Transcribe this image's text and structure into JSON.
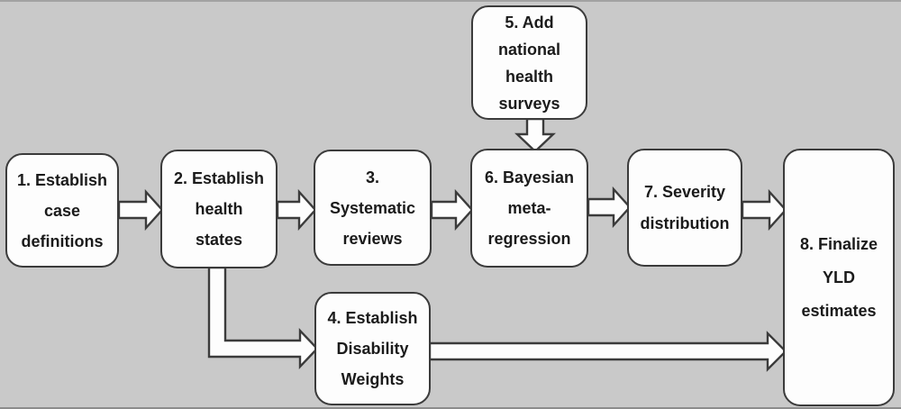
{
  "diagram": {
    "type": "flowchart",
    "background_color": "#c9c9c9",
    "node_fill_color": "#fdfdfd",
    "node_border_color": "#3b3b3b",
    "text_color": "#1b1b1b",
    "nodes": [
      {
        "id": "1",
        "label": "1. Establish case definitions",
        "lines": [
          "1. Establish",
          "case",
          "definitions"
        ]
      },
      {
        "id": "2",
        "label": "2. Establish health states",
        "lines": [
          "2. Establish",
          "health",
          "states"
        ]
      },
      {
        "id": "3",
        "label": "3. Systematic reviews",
        "lines": [
          "3.",
          "Systematic",
          "reviews"
        ]
      },
      {
        "id": "4",
        "label": "4. Establish Disability Weights",
        "lines": [
          "4. Establish",
          "Disability",
          "Weights"
        ]
      },
      {
        "id": "5",
        "label": "5. Add national health surveys",
        "lines": [
          "5. Add",
          "national",
          "health",
          "surveys"
        ]
      },
      {
        "id": "6",
        "label": "6. Bayesian meta-regression",
        "lines": [
          "6. Bayesian",
          "meta-",
          "regression"
        ]
      },
      {
        "id": "7",
        "label": "7. Severity distribution",
        "lines": [
          "7. Severity",
          "distribution"
        ]
      },
      {
        "id": "8",
        "label": "8. Finalize YLD estimates",
        "lines": [
          "8. Finalize",
          "YLD",
          "estimates"
        ]
      }
    ],
    "edges": [
      {
        "from": "1",
        "to": "2"
      },
      {
        "from": "2",
        "to": "3"
      },
      {
        "from": "2",
        "to": "4"
      },
      {
        "from": "3",
        "to": "6"
      },
      {
        "from": "5",
        "to": "6"
      },
      {
        "from": "6",
        "to": "7"
      },
      {
        "from": "7",
        "to": "8"
      },
      {
        "from": "4",
        "to": "8"
      }
    ]
  }
}
